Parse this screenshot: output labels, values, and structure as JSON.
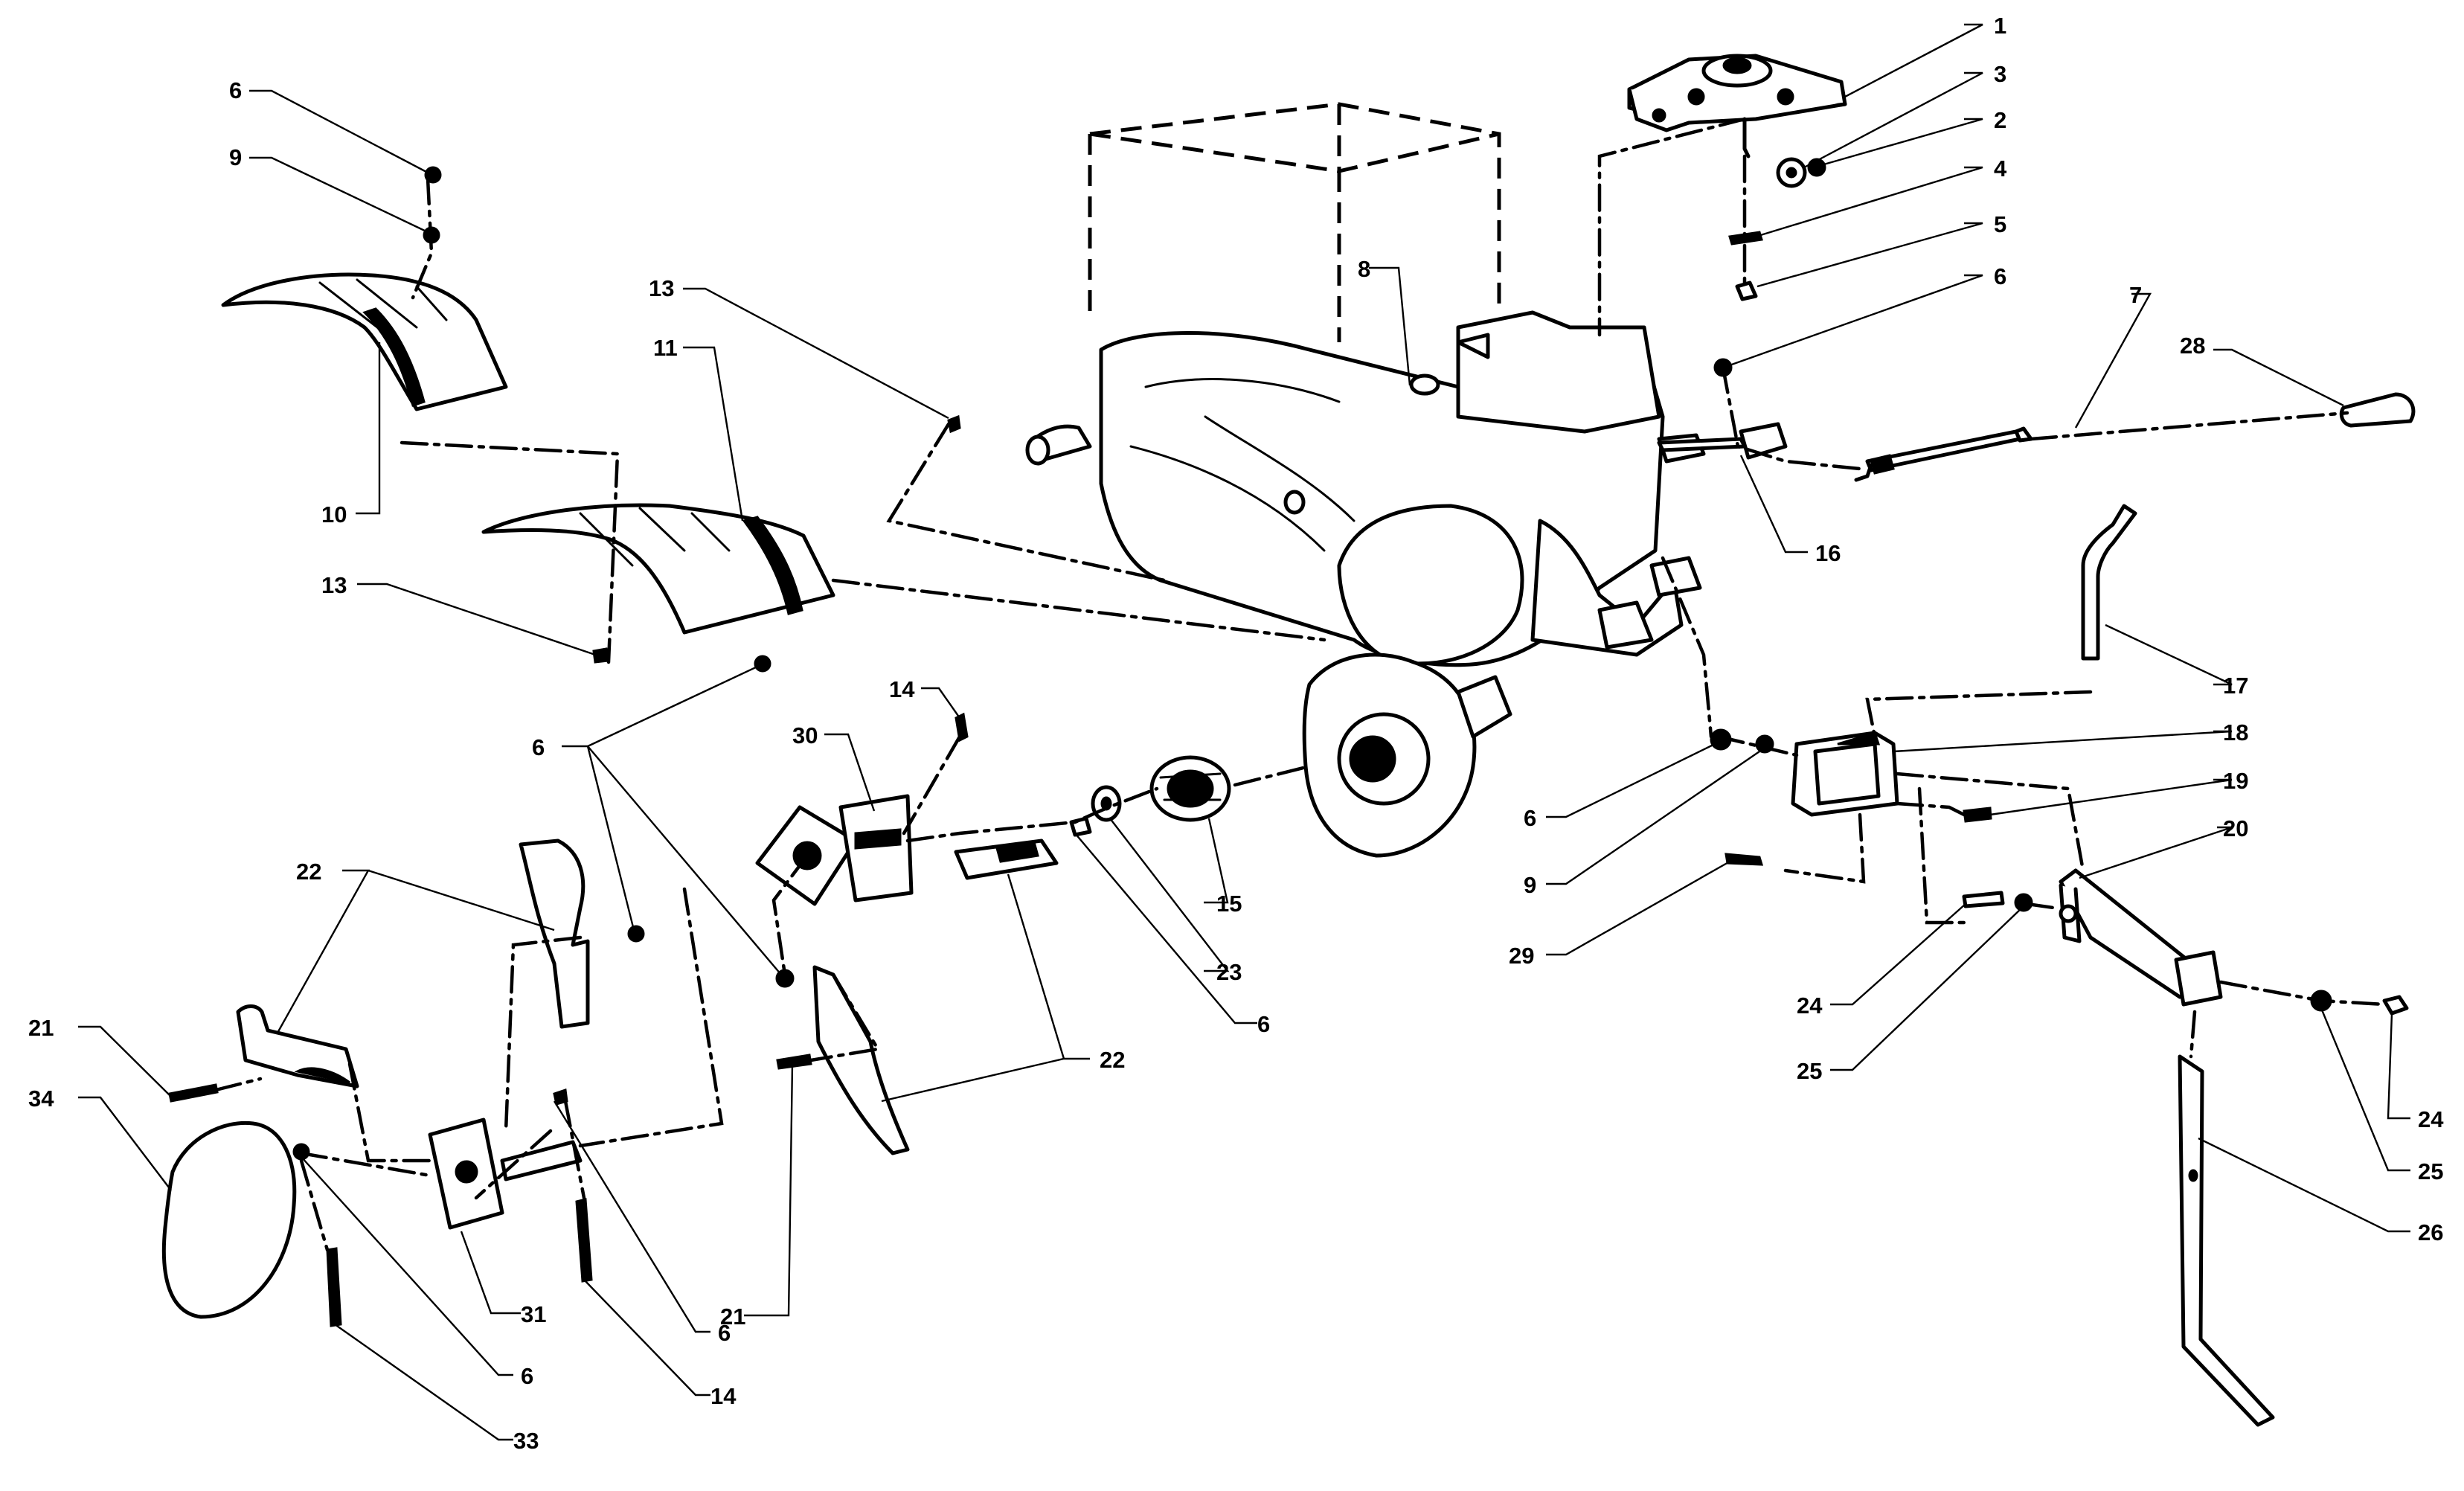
{
  "callouts": [
    {
      "id": "1",
      "label": "1"
    },
    {
      "id": "3",
      "label": "3"
    },
    {
      "id": "2",
      "label": "2"
    },
    {
      "id": "4",
      "label": "4"
    },
    {
      "id": "5",
      "label": "5"
    },
    {
      "id": "6a",
      "label": "6"
    },
    {
      "id": "7",
      "label": "7"
    },
    {
      "id": "28",
      "label": "28"
    },
    {
      "id": "8",
      "label": "8"
    },
    {
      "id": "6b",
      "label": "6"
    },
    {
      "id": "9a",
      "label": "9"
    },
    {
      "id": "13a",
      "label": "13"
    },
    {
      "id": "11",
      "label": "11"
    },
    {
      "id": "10",
      "label": "10"
    },
    {
      "id": "13b",
      "label": "13"
    },
    {
      "id": "16",
      "label": "16"
    },
    {
      "id": "17",
      "label": "17"
    },
    {
      "id": "18",
      "label": "18"
    },
    {
      "id": "19",
      "label": "19"
    },
    {
      "id": "20",
      "label": "20"
    },
    {
      "id": "6c",
      "label": "6"
    },
    {
      "id": "9b",
      "label": "9"
    },
    {
      "id": "29",
      "label": "29"
    },
    {
      "id": "14a",
      "label": "14"
    },
    {
      "id": "30",
      "label": "30"
    },
    {
      "id": "6d",
      "label": "6"
    },
    {
      "id": "22a",
      "label": "22"
    },
    {
      "id": "15",
      "label": "15"
    },
    {
      "id": "23",
      "label": "23"
    },
    {
      "id": "6e",
      "label": "6"
    },
    {
      "id": "22b",
      "label": "22"
    },
    {
      "id": "21a",
      "label": "21"
    },
    {
      "id": "34",
      "label": "34"
    },
    {
      "id": "21b",
      "label": "21"
    },
    {
      "id": "31",
      "label": "31"
    },
    {
      "id": "6f",
      "label": "6"
    },
    {
      "id": "6g",
      "label": "6"
    },
    {
      "id": "14b",
      "label": "14"
    },
    {
      "id": "33",
      "label": "33"
    },
    {
      "id": "24a",
      "label": "24"
    },
    {
      "id": "25a",
      "label": "25"
    },
    {
      "id": "24b",
      "label": "24"
    },
    {
      "id": "25b",
      "label": "25"
    },
    {
      "id": "26",
      "label": "26"
    }
  ]
}
